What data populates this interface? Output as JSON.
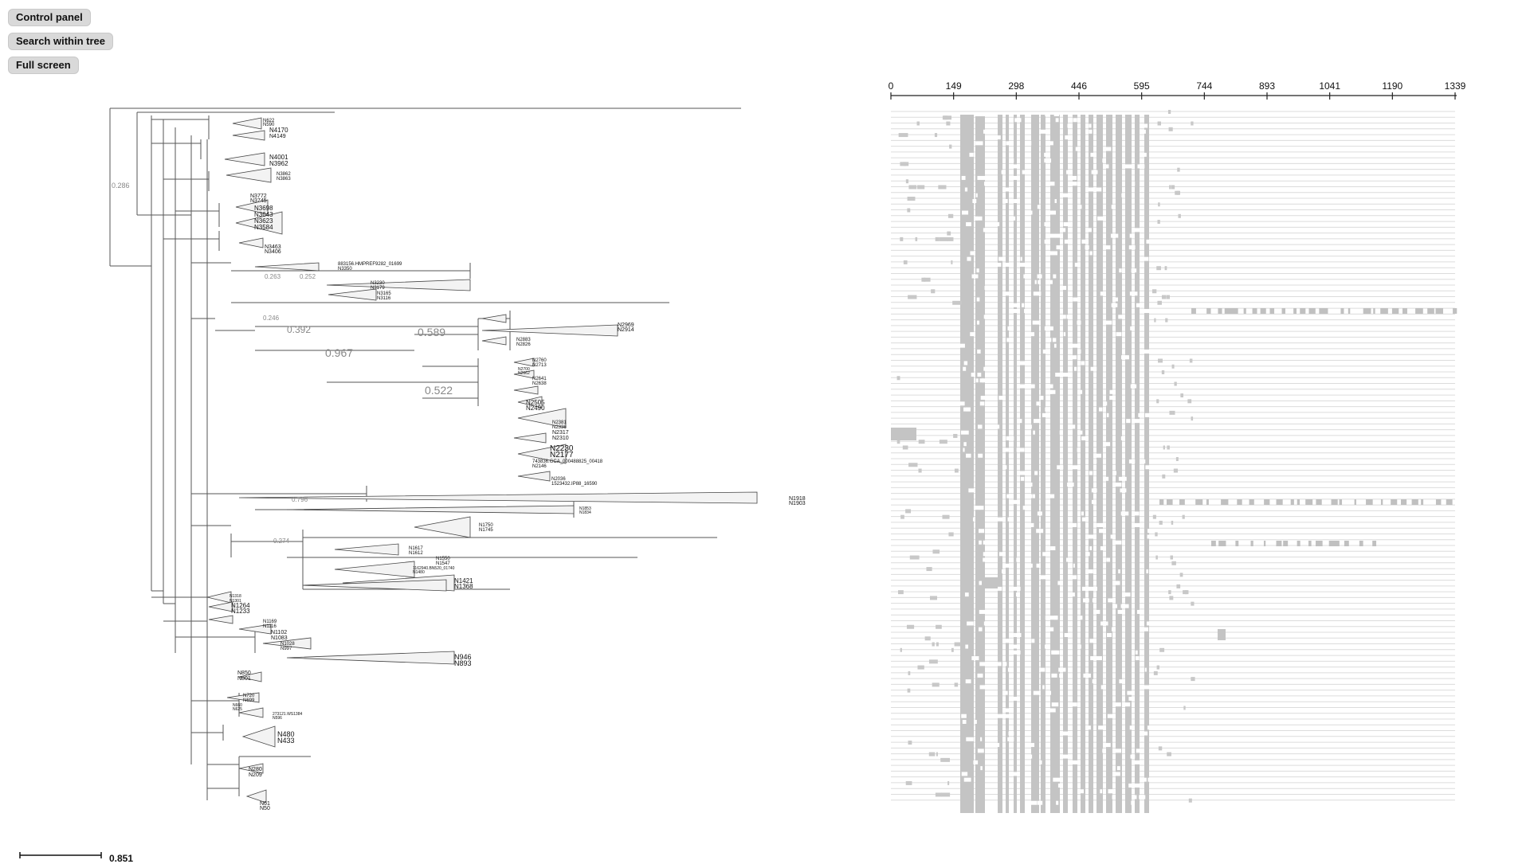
{
  "controls": {
    "control_panel": "Control panel",
    "search_tree": "Search within tree",
    "full_screen": "Full screen"
  },
  "tree": {
    "support_labels": [
      "0.286",
      "0.263",
      "0.252",
      "0.246",
      "0.392",
      "0.967",
      "0.589",
      "0.522",
      "0.796",
      "0.274"
    ],
    "leaf_labels": [
      "N622",
      "N590",
      "N4170",
      "N4149",
      "N4001",
      "N3962",
      "N3862",
      "N3863",
      "N3772",
      "N3745",
      "N3698",
      "N3643",
      "N3623",
      "N3584",
      "N3463",
      "N3406",
      "883156.HMPREF9282_01699",
      "N3350",
      "N3230",
      "N3179",
      "N3165",
      "N3116",
      "N2969",
      "N2914",
      "N2883",
      "N2826",
      "N2760",
      "N2713",
      "N2700",
      "N2662",
      "N2641",
      "N2638",
      "N2505",
      "N2490",
      "N2381",
      "N2336",
      "N2317",
      "N2310",
      "N2230",
      "N2177",
      "743836.GCA_000488825_00418",
      "N2146",
      "N2036",
      "1523432.IP88_16590",
      "N1918",
      "N1903",
      "N1853",
      "N1834",
      "N1750",
      "N1745",
      "N1617",
      "N1612",
      "N1550",
      "N1547",
      "1162940.BN520_01740",
      "N1480",
      "N1421",
      "N1368",
      "N1318",
      "N1301",
      "N1264",
      "N1233",
      "N1169",
      "N1116",
      "N1102",
      "N1083",
      "N1028",
      "N997",
      "N946",
      "N893",
      "N850",
      "N801",
      "N720",
      "N699",
      "N660",
      "N625",
      "273121.WS1384",
      "N596",
      "N480",
      "N433",
      "N280",
      "N209",
      "N61",
      "N50"
    ]
  },
  "alignment": {
    "ticks": [
      "0",
      "149",
      "298",
      "446",
      "595",
      "744",
      "893",
      "1041",
      "1190",
      "1339"
    ]
  },
  "scale": {
    "value": "0.851"
  }
}
